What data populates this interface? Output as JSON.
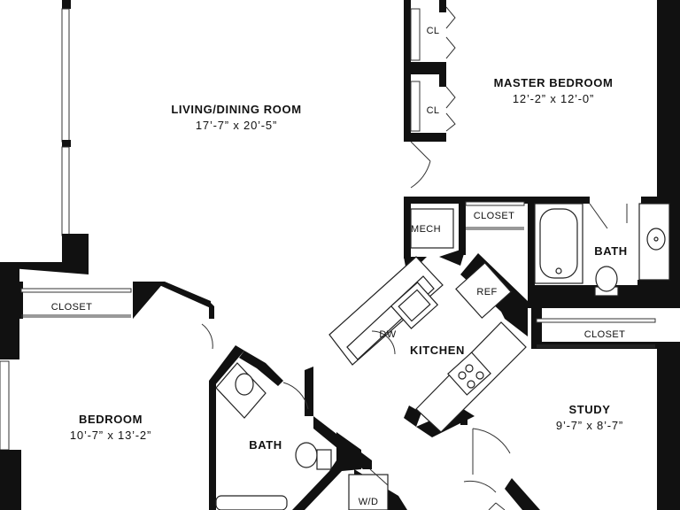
{
  "rooms": {
    "living": {
      "name": "LIVING/DINING ROOM",
      "dims": "17’-7” x 20’-5”"
    },
    "master": {
      "name": "MASTER BEDROOM",
      "dims": "12’-2” x 12’-0”"
    },
    "bedroom": {
      "name": "BEDROOM",
      "dims": "10’-7” x 13’-2”"
    },
    "study": {
      "name": "STUDY",
      "dims": "9’-7” x 8’-7”"
    },
    "kitchen": {
      "name": "KITCHEN"
    },
    "bath_master": {
      "name": "BATH"
    },
    "bath_second": {
      "name": "BATH"
    }
  },
  "labels": {
    "cl_top": "CL",
    "cl_bottom": "CL",
    "mech": "MECH",
    "closet_master": "CLOSET",
    "closet_bedroom": "CLOSET",
    "closet_study": "CLOSET",
    "ref": "REF",
    "dw": "DW",
    "wd": "W/D"
  },
  "colors": {
    "wall": "#111111",
    "background": "#ffffff",
    "text": "#111111"
  }
}
